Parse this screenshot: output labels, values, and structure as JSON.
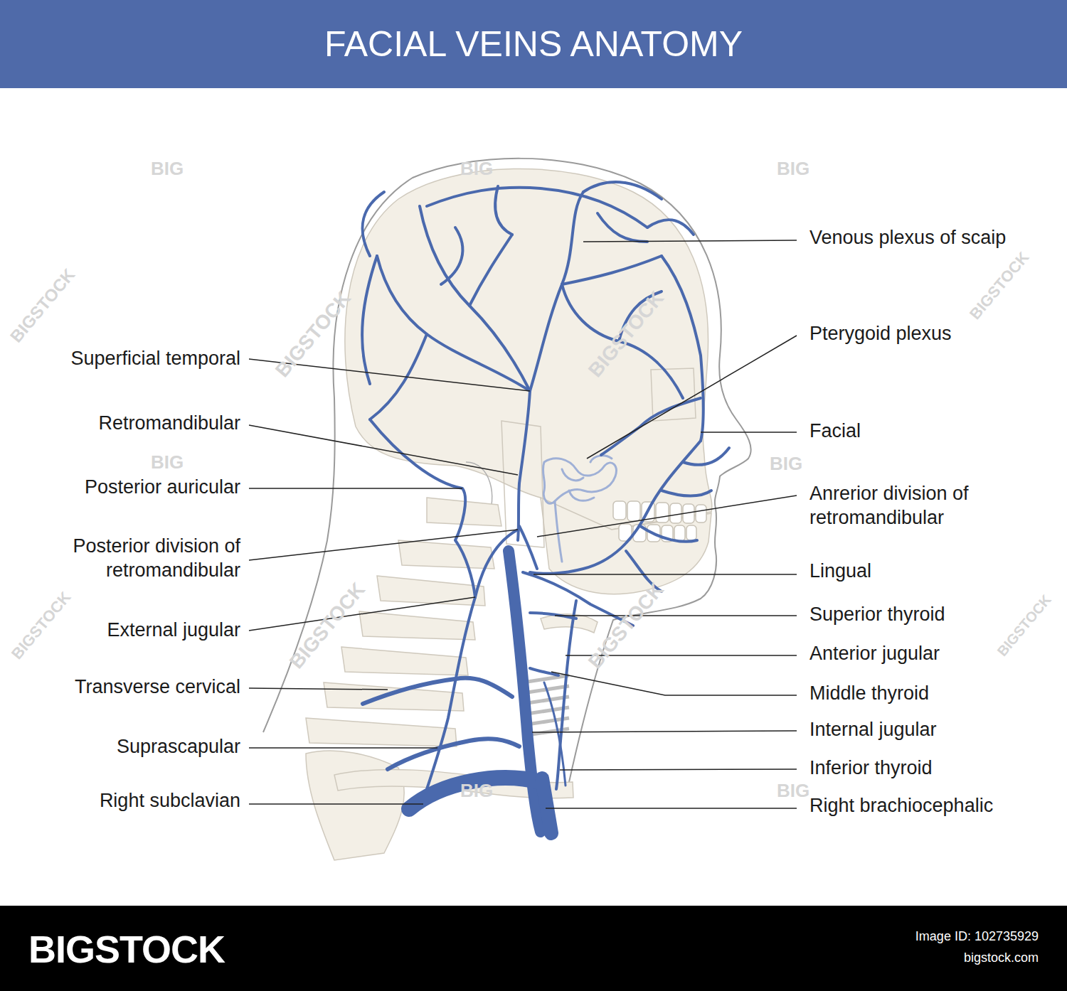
{
  "diagram": {
    "title": "FACIAL VEINS ANATOMY",
    "labels": [
      "Venous plexus of scaip",
      "Superficial temporal",
      "Pterygoid plexus",
      "Retromandibular",
      "Facial",
      "Posterior auricular",
      "Anrerior division of retromandibular",
      "Posterior division of retromandibular",
      "Lingual",
      "Superior thyroid",
      "External jugular",
      "Anterior jugular",
      "Transverse cervical",
      "Middle thyroid",
      "Internal jugular",
      "Suprascapular",
      "Inferior thyroid",
      "Right subclavian",
      "Right brachiocephalic",
      "BIG",
      "BIG",
      "BIG",
      "BIG",
      "BIG",
      "BIG",
      "BIG",
      "BIGSTOCK",
      "BIGSTOCK",
      "BIGSTOCK",
      "BIGSTOCK",
      "BIGSTOCK",
      "BIGSTOCK",
      "BIGSTOCK",
      "BIGSTOCK",
      "BIGSTOCK",
      "Image ID: 102735929",
      "bigstock.com"
    ]
  }
}
